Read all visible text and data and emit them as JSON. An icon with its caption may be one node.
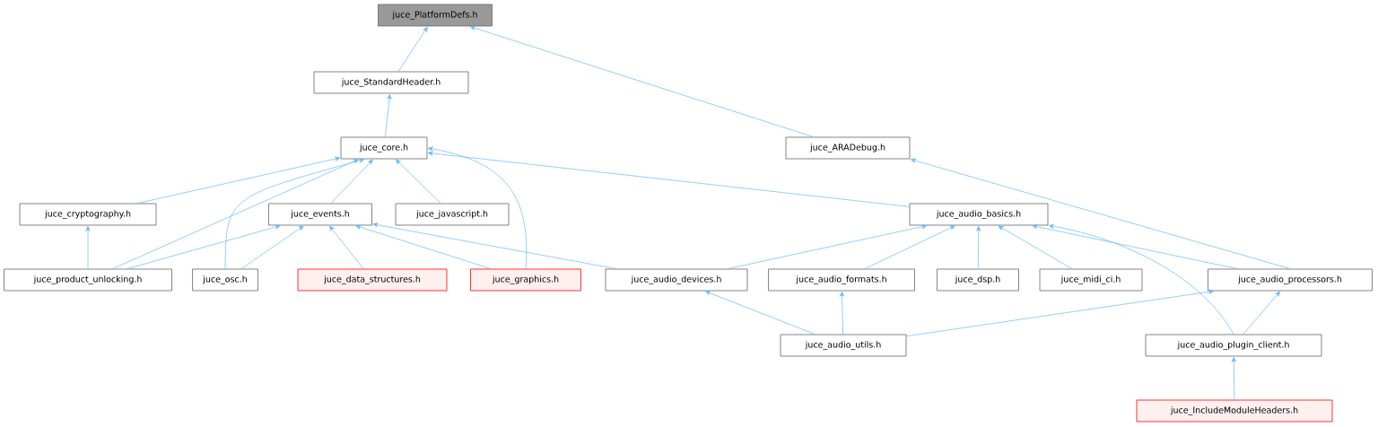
{
  "diagram": {
    "nodes": [
      {
        "text": [
          "juce_PlatformDefs.h"
        ]
      },
      {
        "text": [
          "juce_StandardHeader.h"
        ]
      },
      {
        "text": [
          "juce_ARADebug.h"
        ]
      },
      {
        "text": [
          "juce_core.h"
        ]
      },
      {
        "text": [
          "juce_cryptography.h"
        ]
      },
      {
        "text": [
          "juce_events.h"
        ]
      },
      {
        "text": [
          "juce_javascript.h"
        ]
      },
      {
        "text": [
          "juce_audio_basics.h"
        ]
      },
      {
        "text": [
          "juce_product_unlocking.h"
        ]
      },
      {
        "text": [
          "juce_osc.h"
        ]
      },
      {
        "text": [
          "juce_data_structures.h"
        ]
      },
      {
        "text": [
          "juce_graphics.h"
        ]
      },
      {
        "text": [
          "juce_audio_devices.h"
        ]
      },
      {
        "text": [
          "juce_audio_formats.h"
        ]
      },
      {
        "text": [
          "juce_dsp.h"
        ]
      },
      {
        "text": [
          "juce_midi_ci.h"
        ]
      },
      {
        "text": [
          "juce_audio_processors.h"
        ]
      },
      {
        "text": [
          "juce_audio_utils.h"
        ]
      },
      {
        "text": [
          "juce_audio_plugin_client.h"
        ]
      },
      {
        "text": [
          "juce_IncludeModuleHeaders.h"
        ]
      }
    ],
    "edges": [
      {
        "from": 1,
        "to": 0,
        "arrow": "to"
      },
      {
        "from": 2,
        "to": 0,
        "arrow": "to"
      },
      {
        "from": 3,
        "to": 1,
        "arrow": "to"
      },
      {
        "from": 4,
        "to": 3,
        "arrow": "to"
      },
      {
        "from": 8,
        "to": 3,
        "arrow": "to"
      },
      {
        "from": 9,
        "to": 3,
        "arrow": "to"
      },
      {
        "from": 5,
        "to": 3,
        "arrow": "to"
      },
      {
        "from": 6,
        "to": 3,
        "arrow": "to"
      },
      {
        "from": 11,
        "to": 3,
        "arrow": "to"
      },
      {
        "from": 7,
        "to": 3,
        "arrow": "to"
      },
      {
        "from": 8,
        "to": 4,
        "arrow": "to"
      },
      {
        "from": 8,
        "to": 5,
        "arrow": "to"
      },
      {
        "from": 9,
        "to": 5,
        "arrow": "to"
      },
      {
        "from": 10,
        "to": 5,
        "arrow": "to"
      },
      {
        "from": 11,
        "to": 5,
        "arrow": "to"
      },
      {
        "from": 12,
        "to": 5,
        "arrow": "to"
      },
      {
        "from": 12,
        "to": 7,
        "arrow": "to"
      },
      {
        "from": 13,
        "to": 7,
        "arrow": "to"
      },
      {
        "from": 14,
        "to": 7,
        "arrow": "to"
      },
      {
        "from": 15,
        "to": 7,
        "arrow": "to"
      },
      {
        "from": 16,
        "to": 7,
        "arrow": "to"
      },
      {
        "from": 18,
        "to": 7,
        "arrow": "to"
      },
      {
        "from": 16,
        "to": 2,
        "arrow": "to"
      },
      {
        "from": 17,
        "to": 12,
        "arrow": "to"
      },
      {
        "from": 17,
        "to": 13,
        "arrow": "to"
      },
      {
        "from": 17,
        "to": 16,
        "arrow": "to"
      },
      {
        "from": 18,
        "to": 16,
        "arrow": "to"
      },
      {
        "from": 19,
        "to": 18,
        "arrow": "to"
      }
    ]
  }
}
